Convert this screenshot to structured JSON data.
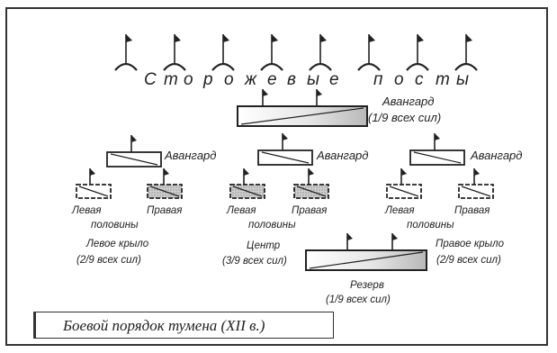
{
  "sentries": {
    "letters": [
      "С",
      "т",
      "о",
      "р",
      "о",
      "ж",
      "е",
      "в",
      "ы",
      "е",
      "п",
      "о",
      "с",
      "т",
      "ы"
    ]
  },
  "vanguard_main": {
    "title": "Авангард",
    "subtitle": "(1/9 всех сил)"
  },
  "wing_vanguard_label": "Авангард",
  "left_wing": {
    "left": "Левая",
    "right": "Правая",
    "halves": "половины",
    "name": "Левое крыло",
    "share": "(2/9 всех сил)"
  },
  "center": {
    "left": "Левая",
    "right": "Правая",
    "halves": "половины",
    "name": "Центр",
    "share": "(3/9 всех сил)"
  },
  "right_wing": {
    "left": "Левая",
    "right": "Правая",
    "halves": "половины",
    "name": "Правое крыло",
    "share": "(2/9 всех сил)"
  },
  "reserve": {
    "title": "Резерв",
    "subtitle": "(1/9 всех сил)"
  },
  "caption": "Боевой порядок тумена (XII в.)"
}
